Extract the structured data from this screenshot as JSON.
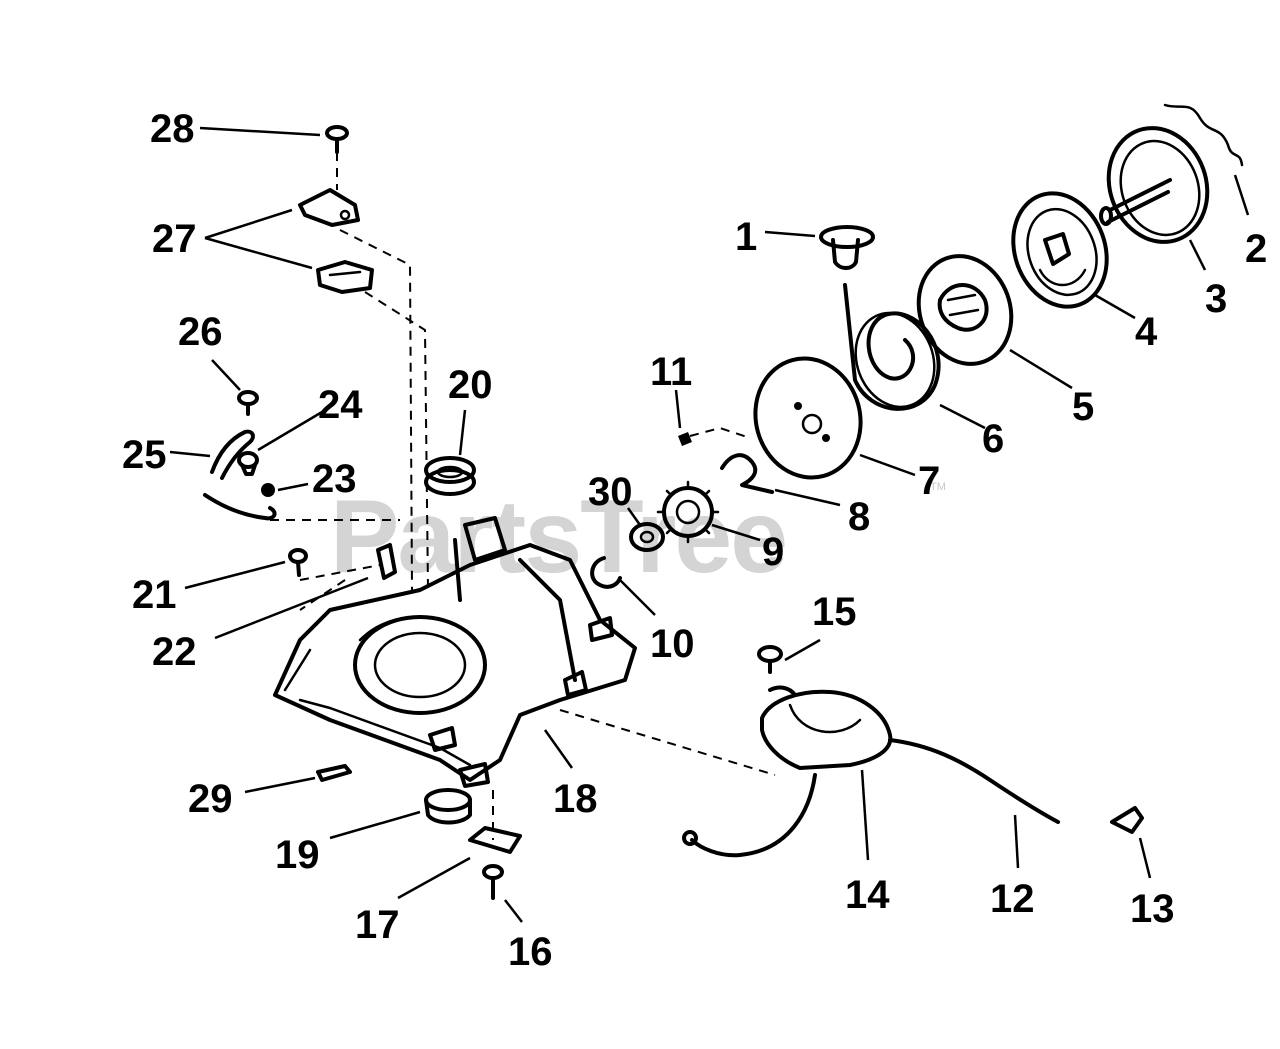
{
  "watermark": {
    "text": "PartsTree",
    "trademark": "TM"
  },
  "callouts": [
    {
      "id": "1",
      "label": "1"
    },
    {
      "id": "2",
      "label": "2"
    },
    {
      "id": "3",
      "label": "3"
    },
    {
      "id": "4",
      "label": "4"
    },
    {
      "id": "5",
      "label": "5"
    },
    {
      "id": "6",
      "label": "6"
    },
    {
      "id": "7",
      "label": "7"
    },
    {
      "id": "8",
      "label": "8"
    },
    {
      "id": "9",
      "label": "9"
    },
    {
      "id": "10",
      "label": "10"
    },
    {
      "id": "11",
      "label": "11"
    },
    {
      "id": "12",
      "label": "12"
    },
    {
      "id": "13",
      "label": "13"
    },
    {
      "id": "14",
      "label": "14"
    },
    {
      "id": "15",
      "label": "15"
    },
    {
      "id": "16",
      "label": "16"
    },
    {
      "id": "17",
      "label": "17"
    },
    {
      "id": "18",
      "label": "18"
    },
    {
      "id": "19",
      "label": "19"
    },
    {
      "id": "20",
      "label": "20"
    },
    {
      "id": "21",
      "label": "21"
    },
    {
      "id": "22",
      "label": "22"
    },
    {
      "id": "23",
      "label": "23"
    },
    {
      "id": "24",
      "label": "24"
    },
    {
      "id": "25",
      "label": "25"
    },
    {
      "id": "26",
      "label": "26"
    },
    {
      "id": "27",
      "label": "27"
    },
    {
      "id": "28",
      "label": "28"
    },
    {
      "id": "29",
      "label": "29"
    },
    {
      "id": "30",
      "label": "30"
    }
  ]
}
